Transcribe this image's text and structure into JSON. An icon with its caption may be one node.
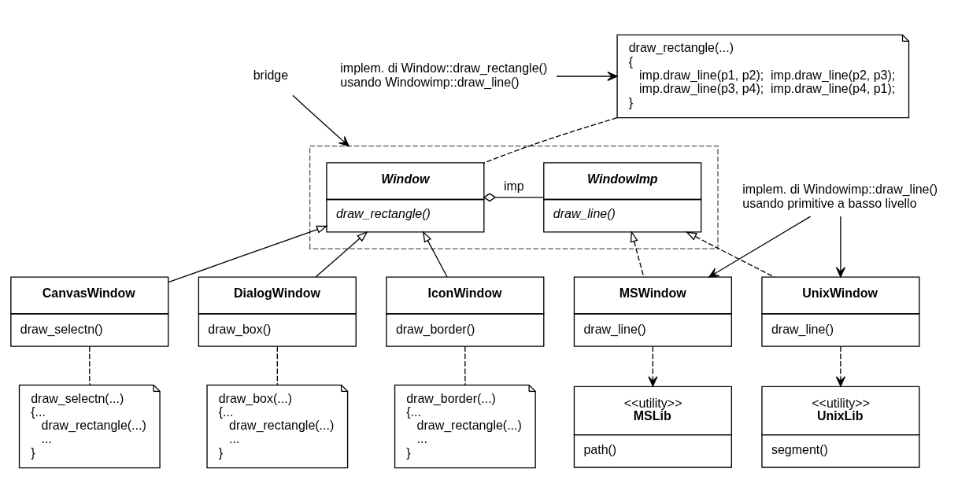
{
  "diagram": {
    "nodes": [
      {
        "text": [
          "draw_rectangle(...)",
          "{",
          "imp.draw_line(p1, p2);  imp.draw_line(p2, p3);",
          "imp.draw_line(p3, p4);  imp.draw_line(p4, p1);",
          "}"
        ]
      },
      {
        "text": [],
        "shape": "box"
      },
      {
        "text": [
          "Window",
          "draw_rectangle()"
        ],
        "in": 1
      },
      {
        "text": [
          "WindowImp",
          "draw_line()"
        ],
        "in": 1
      },
      {
        "text": [
          "IconWindow",
          "draw_border()"
        ]
      },
      {
        "text": [
          "DialogWindow",
          "draw_box()"
        ]
      },
      {
        "text": [
          "CanvasWindow",
          "draw_selectn()"
        ]
      },
      {
        "text": [
          "draw_border(...)",
          "{...",
          "draw_rectangle(...)",
          "...",
          "}"
        ]
      },
      {
        "text": [
          "draw_box(...)",
          "{...",
          "draw_rectangle(...)",
          "...",
          "}"
        ]
      },
      {
        "text": [
          "draw_selectn(...)",
          "{...",
          "draw_rectangle(...)",
          "...",
          "}"
        ]
      },
      {
        "text": [
          "UnixWindow",
          "draw_line()"
        ]
      },
      {
        "text": [
          "MSWindow",
          "draw_line()"
        ]
      },
      {
        "text": [
          "<<utility>>",
          "UnixLib",
          "segment()"
        ]
      },
      {
        "text": [
          "<<utility>>",
          "MSLib",
          "path()"
        ]
      },
      {
        "text": [
          "implem. di Window::draw_rectangle() usando Windowimp::draw_line()"
        ]
      },
      {
        "text": [
          "implem. di Windowimp::draw_line() usando primitive a basso livello"
        ]
      },
      {
        "text": [
          "bridge"
        ]
      }
    ],
    "edges": [
      {
        "from": 0,
        "to": 2,
        "arrow": "none",
        "style": "dashed"
      },
      {
        "from": 2,
        "to": 3,
        "arrow": "other",
        "label": "imp"
      },
      {
        "from": 4,
        "to": 2,
        "arrow": "to"
      },
      {
        "from": 5,
        "to": 2,
        "arrow": "to"
      },
      {
        "from": 6,
        "to": 2,
        "arrow": "to"
      },
      {
        "from": 10,
        "to": 3,
        "arrow": "to",
        "style": "dashed"
      },
      {
        "from": 11,
        "to": 3,
        "arrow": "to",
        "style": "dashed"
      },
      {
        "from": 4,
        "to": 7,
        "arrow": "none",
        "style": "dashed"
      },
      {
        "from": 5,
        "to": 8,
        "arrow": "none",
        "style": "dashed"
      },
      {
        "from": 6,
        "to": 9,
        "arrow": "none",
        "style": "dashed"
      },
      {
        "from": 10,
        "to": 12,
        "arrow": "to",
        "style": "dashed"
      },
      {
        "from": 11,
        "to": 13,
        "arrow": "to",
        "style": "dashed"
      },
      {
        "from": 14,
        "to": 0,
        "arrow": "to"
      },
      {
        "from": 16,
        "to": 1,
        "arrow": "to"
      },
      {
        "from": 15,
        "to": 10,
        "arrow": "to"
      },
      {
        "from": 15,
        "to": 11,
        "arrow": "to"
      }
    ]
  }
}
